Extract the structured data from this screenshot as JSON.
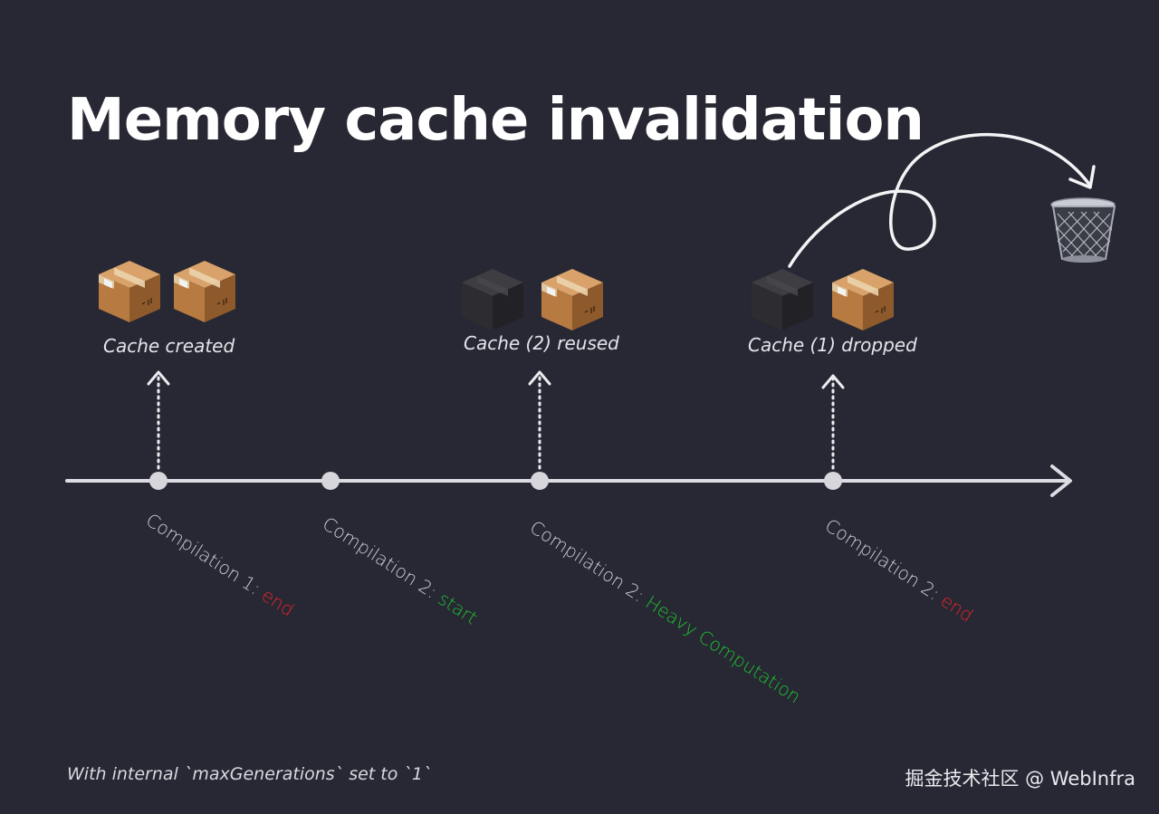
{
  "title": "Memory cache invalidation",
  "cache_events": [
    {
      "label": "Cache created"
    },
    {
      "label": "Cache (2) reused"
    },
    {
      "label": "Cache (1) dropped"
    }
  ],
  "timeline_events": [
    {
      "prefix": "Compilation 1: ",
      "status": "end",
      "status_color": "red"
    },
    {
      "prefix": "Compilation 2: ",
      "status": "start",
      "status_color": "green"
    },
    {
      "prefix": "Compilation 2: ",
      "status": "Heavy Computation",
      "status_color": "green"
    },
    {
      "prefix": "Compilation 2: ",
      "status": "end",
      "status_color": "red"
    }
  ],
  "footnote": "With internal `maxGenerations` set to `1`",
  "watermark": "掘金技术社区 @ WebInfra",
  "icons": [
    "package-box-icon",
    "dark-box-icon",
    "trash-bin-icon"
  ],
  "colors": {
    "background": "#272833",
    "timeline": "#dcdce2",
    "end": "#e0242c",
    "start": "#1fbf2f"
  }
}
